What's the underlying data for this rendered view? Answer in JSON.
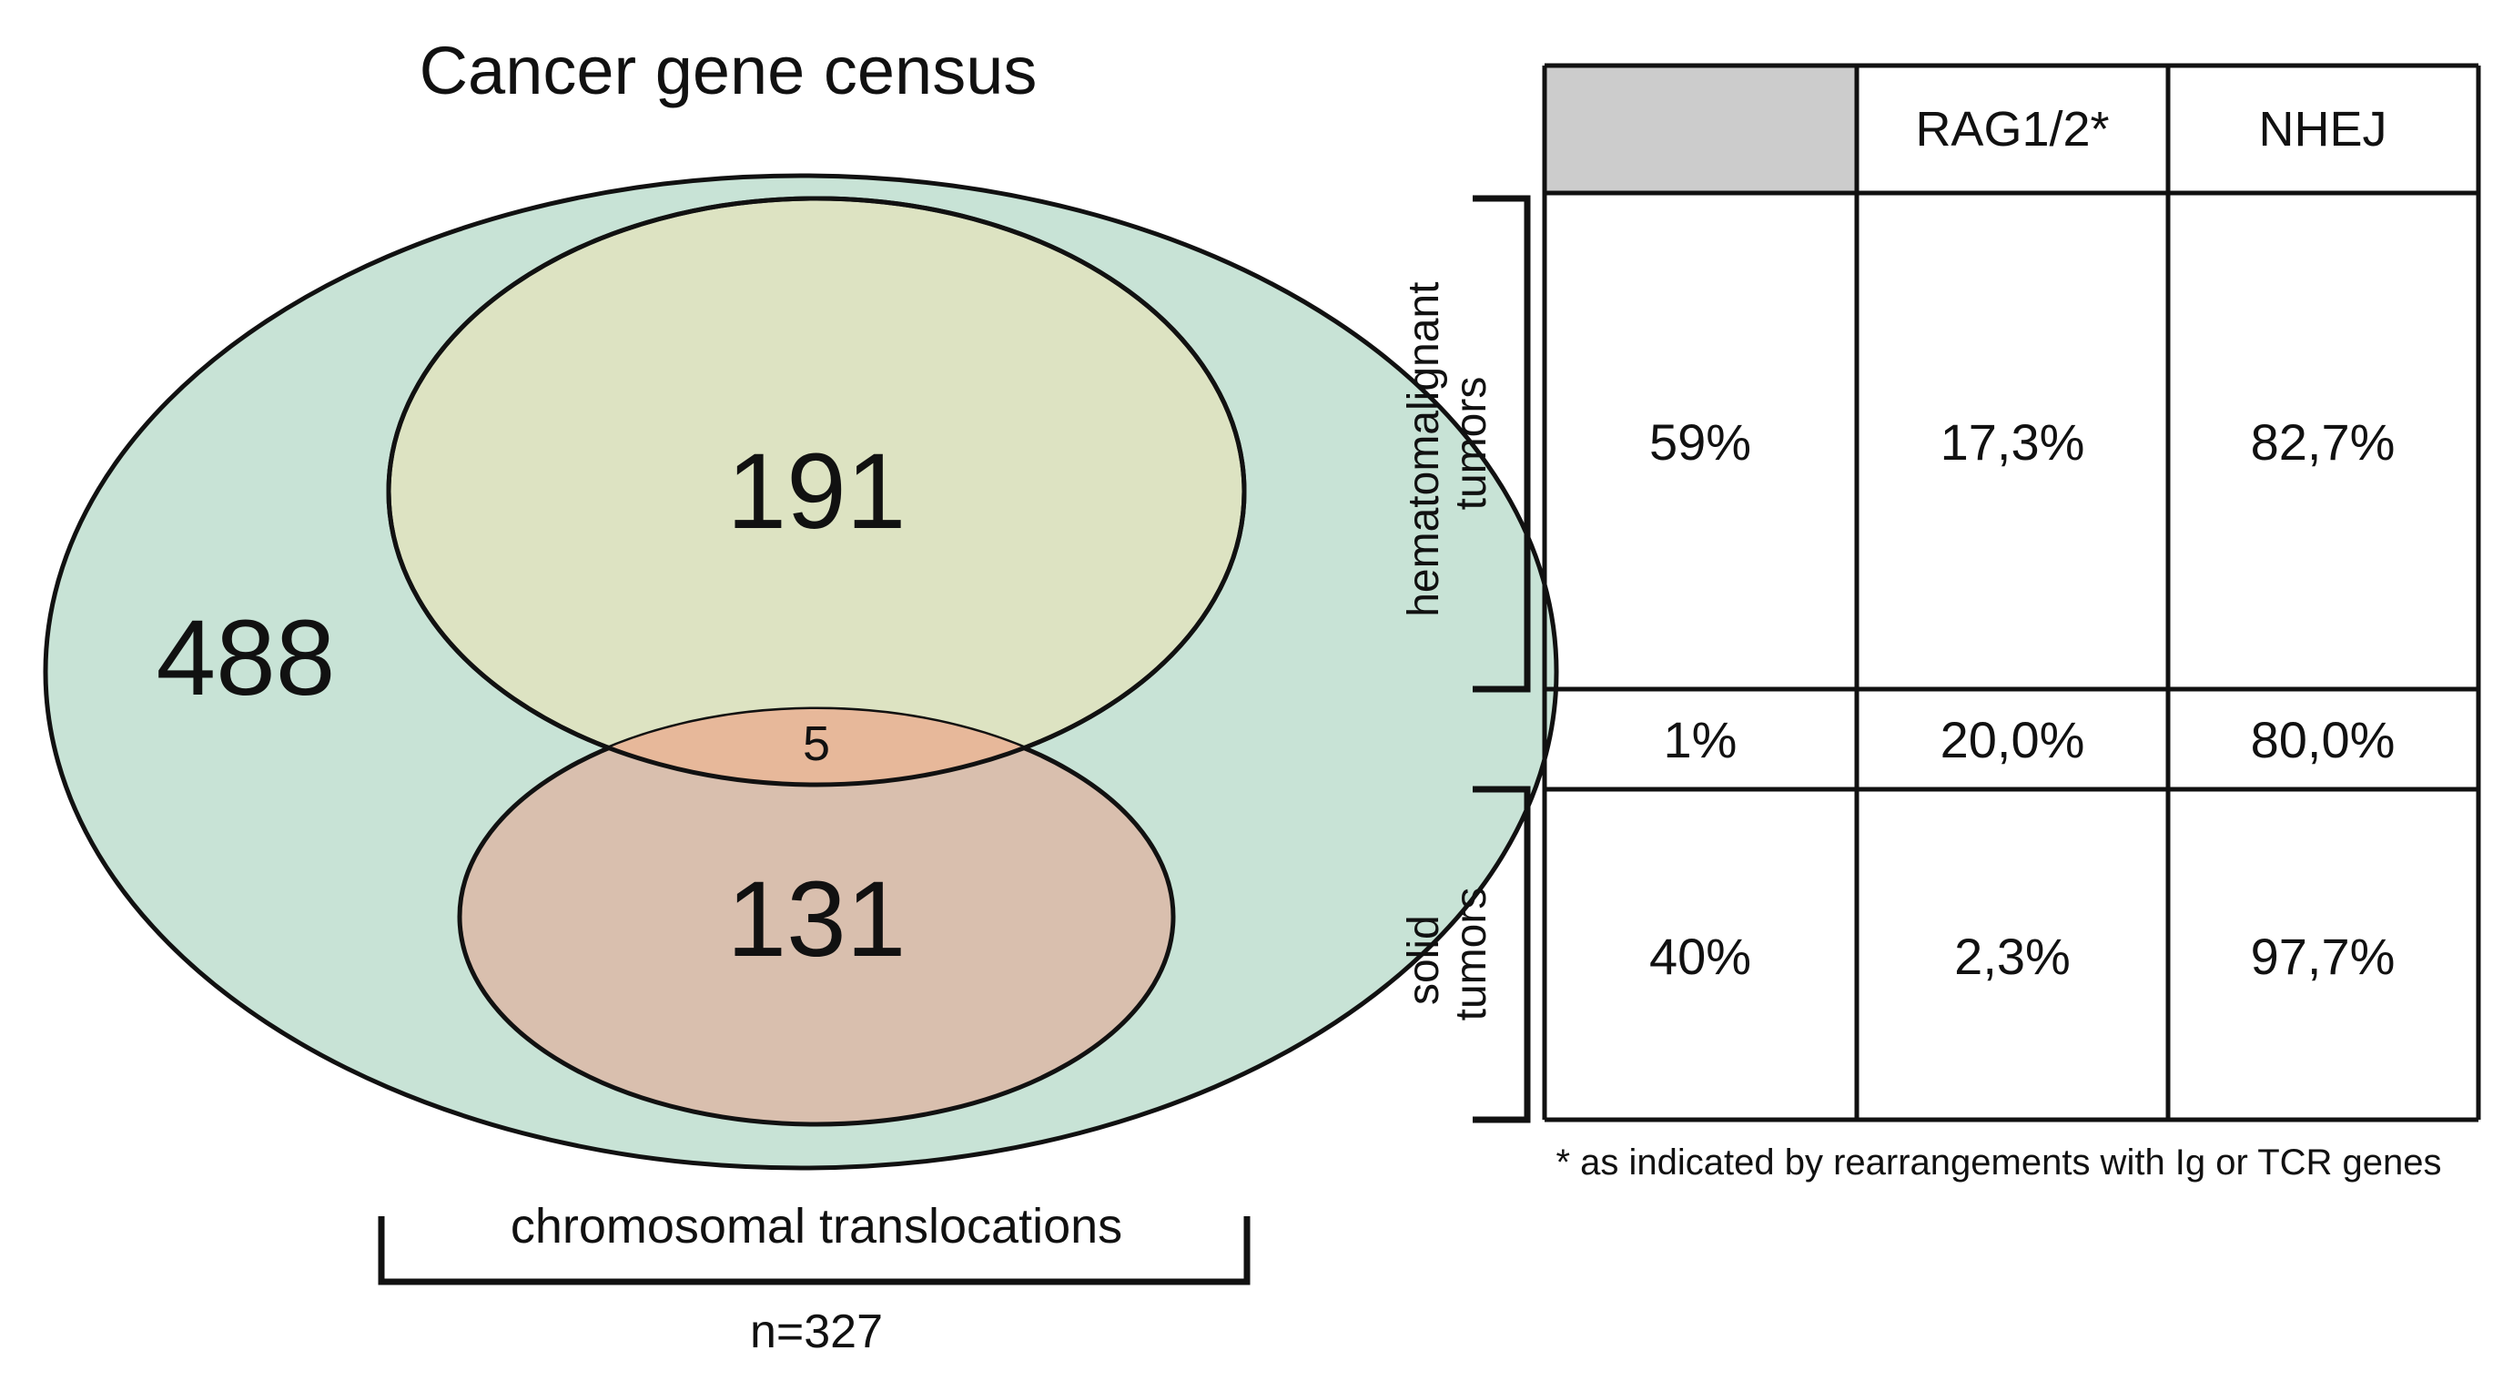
{
  "venn": {
    "title": "Cancer gene census",
    "outer_count": "488",
    "top_count": "191",
    "overlap_count": "5",
    "bottom_count": "131",
    "bracket_label": "chromosomal translocations",
    "n_label": "n=327",
    "colors": {
      "outer_fill": "#c8e3d6",
      "top_fill": "#dde3c2",
      "bottom_fill": "#d9bfae",
      "overlap_fill": "#e7b89a",
      "stroke": "#111111"
    }
  },
  "table": {
    "header": {
      "col1": "RAG1/2*",
      "col2": "NHEJ",
      "header_fill": "#cccccc"
    },
    "row_groups": {
      "hemato": "hematomalignant\ntumors",
      "solid": "solid\ntumors"
    },
    "rows": [
      {
        "share": "59%",
        "rag": "17,3%",
        "nhej": "82,7%"
      },
      {
        "share": "1%",
        "rag": "20,0%",
        "nhej": "80,0%"
      },
      {
        "share": "40%",
        "rag": "2,3%",
        "nhej": "97,7%"
      }
    ],
    "footnote": "* as indicated by rearrangements with Ig or TCR genes"
  }
}
